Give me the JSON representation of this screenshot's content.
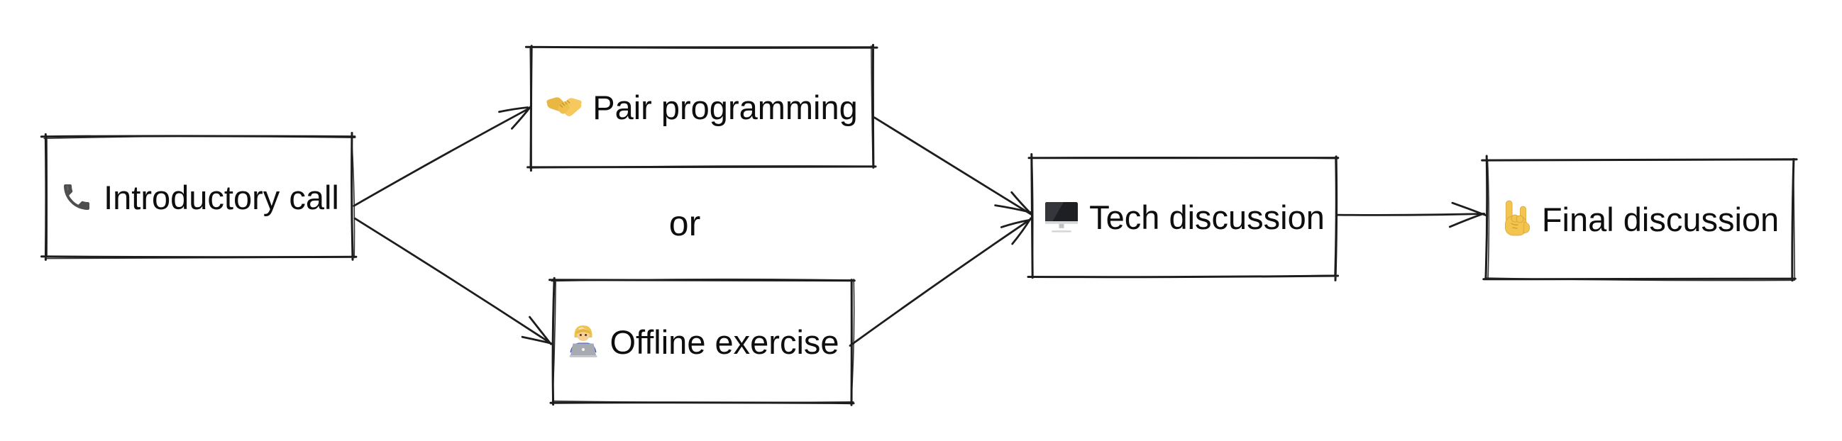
{
  "diagram": {
    "background": "#ffffff",
    "stroke_color": "#1d1d1d",
    "text_color": "#0e0e0e",
    "or_label": "or",
    "nodes": [
      {
        "id": "introductory-call",
        "label": "Introductory call",
        "icon": "phone-receiver-icon"
      },
      {
        "id": "pair-programming",
        "label": "Pair programming",
        "icon": "handshake-icon"
      },
      {
        "id": "offline-exercise",
        "label": "Offline exercise",
        "icon": "technologist-icon"
      },
      {
        "id": "tech-discussion",
        "label": "Tech discussion",
        "icon": "desktop-computer-icon"
      },
      {
        "id": "final-discussion",
        "label": "Final discussion",
        "icon": "sign-of-horns-icon"
      }
    ],
    "edges": [
      {
        "from": "introductory-call",
        "to": "pair-programming"
      },
      {
        "from": "introductory-call",
        "to": "offline-exercise"
      },
      {
        "from": "pair-programming",
        "to": "tech-discussion"
      },
      {
        "from": "offline-exercise",
        "to": "tech-discussion"
      },
      {
        "from": "tech-discussion",
        "to": "final-discussion"
      }
    ]
  }
}
